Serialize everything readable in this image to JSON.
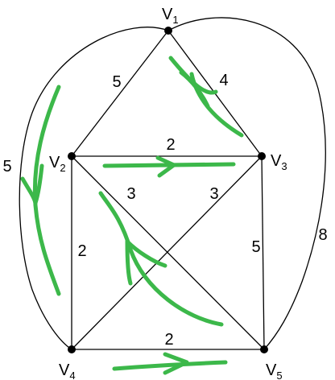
{
  "graph": {
    "vertices": [
      {
        "id": "V1",
        "letter": "V",
        "sub": "1"
      },
      {
        "id": "V2",
        "letter": "V",
        "sub": "2"
      },
      {
        "id": "V3",
        "letter": "V",
        "sub": "3"
      },
      {
        "id": "V4",
        "letter": "V",
        "sub": "4"
      },
      {
        "id": "V5",
        "letter": "V",
        "sub": "5"
      }
    ],
    "edges": [
      {
        "from": "V1",
        "to": "V2",
        "weight": "5"
      },
      {
        "from": "V1",
        "to": "V3",
        "weight": "4"
      },
      {
        "from": "V2",
        "to": "V3",
        "weight": "2"
      },
      {
        "from": "V2",
        "to": "V4",
        "weight": "2"
      },
      {
        "from": "V2",
        "to": "V5",
        "weight": "3"
      },
      {
        "from": "V3",
        "to": "V4",
        "weight": "3"
      },
      {
        "from": "V3",
        "to": "V5",
        "weight": "5"
      },
      {
        "from": "V4",
        "to": "V5",
        "weight": "2"
      },
      {
        "from": "V1",
        "to": "V4",
        "weight": "5"
      },
      {
        "from": "V1",
        "to": "V5",
        "weight": "8"
      }
    ]
  },
  "colors": {
    "edge": "#000000",
    "vertex": "#000000",
    "annotation": "#3cb84a"
  }
}
